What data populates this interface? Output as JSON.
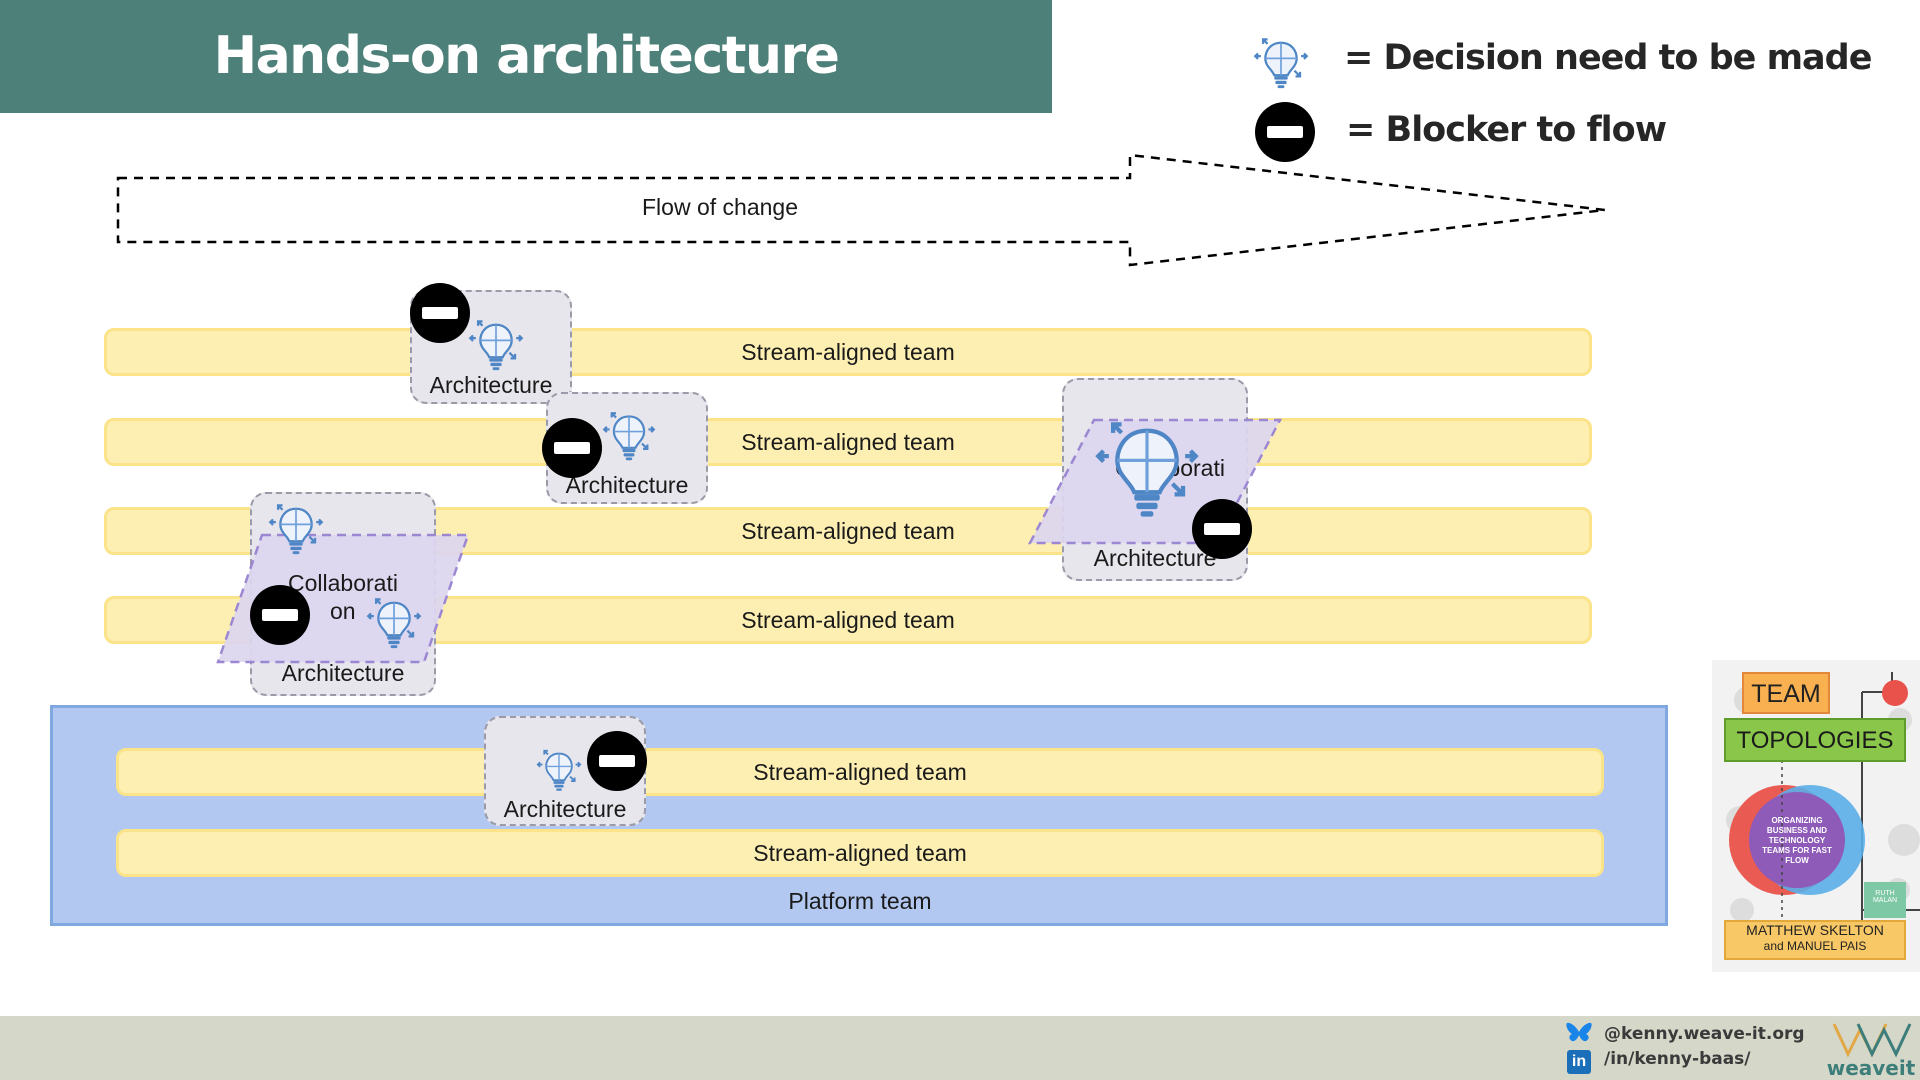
{
  "title": "Hands-on architecture",
  "legend": {
    "decision": "= Decision need to be made",
    "blocker": "= Blocker to flow"
  },
  "flow": {
    "label": "Flow of change"
  },
  "teams": {
    "stream": [
      "Stream-aligned team",
      "Stream-aligned team",
      "Stream-aligned team",
      "Stream-aligned team"
    ],
    "platform_stream": [
      "Stream-aligned team",
      "Stream-aligned team"
    ],
    "platform": "Platform team"
  },
  "architecture": {
    "a1": "Architecture",
    "a2": "Architecture",
    "a3": "Architecture",
    "a4": "Architecture",
    "a5": "Architecture",
    "collab_left_1": "Collaborati",
    "collab_left_2": "on",
    "collab_right": "Collaborati"
  },
  "book": {
    "title_1": "TEAM",
    "title_2": "TOPOLOGIES",
    "subtitle": "ORGANIZING BUSINESS AND TECHNOLOGY TEAMS FOR FAST FLOW",
    "foreword": "RUTH MALAN",
    "authors_1": "MATTHEW SKELTON",
    "authors_2": "and MANUEL PAIS"
  },
  "footer": {
    "bluesky": "@kenny.weave-it.org",
    "linkedin": "/in/kenny-baas/",
    "brand": "weaveit"
  },
  "colors": {
    "title_bar": "#4e807a",
    "stream_fill": "#fdefb2",
    "stream_border": "#fbe38a",
    "platform_fill": "#b2c8f0",
    "collab_fill": "#dcd6ef",
    "footer": "#d5d7c9",
    "icon_blue": "#5b8fd6"
  },
  "icons": [
    "lightbulb-puzzle-icon",
    "blocker-icon",
    "bluesky-icon",
    "linkedin-icon"
  ]
}
